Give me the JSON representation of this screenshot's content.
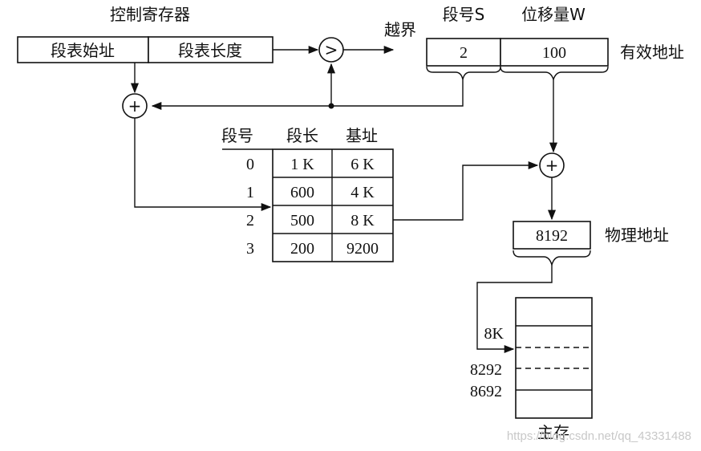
{
  "control_register": {
    "title": "控制寄存器",
    "segment_table_start": "段表始址",
    "segment_table_length": "段表长度"
  },
  "compare": {
    "symbol": ">",
    "out_of_bounds": "越界"
  },
  "adder": {
    "symbol": "+"
  },
  "effective_address": {
    "label": "有效地址",
    "segment_header": "段号S",
    "offset_header": "位移量W",
    "segment_value": "2",
    "offset_value": "100"
  },
  "segment_table": {
    "headers": [
      "段号",
      "段长",
      "基址"
    ],
    "rows": [
      {
        "segment": "0",
        "length": "1 K",
        "base": "6 K"
      },
      {
        "segment": "1",
        "length": "600",
        "base": "4 K"
      },
      {
        "segment": "2",
        "length": "500",
        "base": "8 K"
      },
      {
        "segment": "3",
        "length": "200",
        "base": "9200"
      }
    ]
  },
  "physical_address": {
    "label": "物理地址",
    "value": "8192"
  },
  "main_memory": {
    "label": "主存",
    "marks": [
      "8K",
      "8292",
      "8692"
    ]
  },
  "watermark": "https://blog.csdn.net/qq_43331488"
}
